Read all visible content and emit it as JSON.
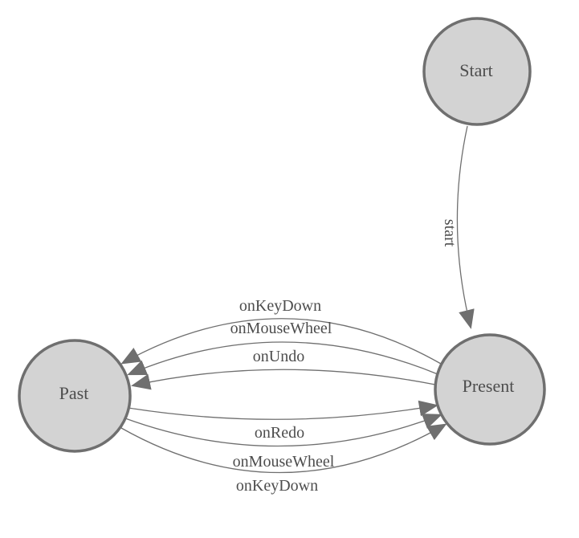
{
  "diagram": {
    "kind": "finite-state-machine",
    "background_color": "#ffffff",
    "colors": {
      "node_fill": "#d3d3d3",
      "node_stroke": "#6f6f6f",
      "edge_stroke": "#6f6f6f",
      "arrow_fill": "#6f6f6f",
      "text": "#4d4d4d"
    },
    "nodes": [
      {
        "label": "Start"
      },
      {
        "label": "Present"
      },
      {
        "label": "Past"
      }
    ],
    "edges": [
      {
        "label": "start",
        "from": "Start",
        "to": "Present"
      },
      {
        "label": "onKeyDown",
        "from": "Present",
        "to": "Past"
      },
      {
        "label": "onMouseWheel",
        "from": "Present",
        "to": "Past"
      },
      {
        "label": "onUndo",
        "from": "Present",
        "to": "Past"
      },
      {
        "label": "onRedo",
        "from": "Past",
        "to": "Present"
      },
      {
        "label": "onMouseWheel",
        "from": "Past",
        "to": "Present"
      },
      {
        "label": "onKeyDown",
        "from": "Past",
        "to": "Present"
      }
    ]
  }
}
